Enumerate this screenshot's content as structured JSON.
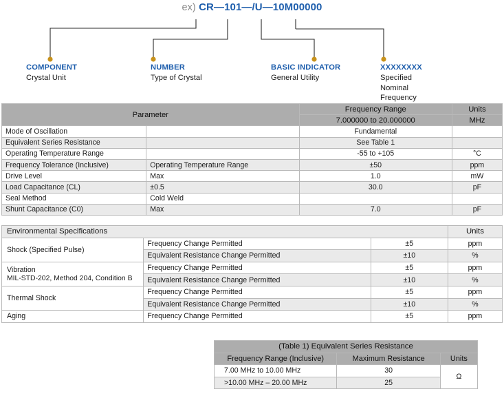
{
  "part_number": {
    "prefix": "ex)",
    "code": "CR—101—/U—10M00000",
    "callouts": [
      {
        "key": "COMPONENT",
        "desc": "Crystal Unit"
      },
      {
        "key": "NUMBER",
        "desc": "Type of Crystal"
      },
      {
        "key": "BASIC INDICATOR",
        "desc": "General Utility"
      },
      {
        "key": "XXXXXXXX",
        "desc": "Specified Nominal Frequency"
      }
    ]
  },
  "parameter_table": {
    "header": {
      "parameter": "Parameter",
      "frequency_range": "Frequency Range",
      "frequency_value": "7.000000 to 20.000000",
      "units": "Units",
      "units_value": "MHz"
    },
    "rows": [
      {
        "name": "Mode of Oscillation",
        "condition": "",
        "value": "Fundamental",
        "units": ""
      },
      {
        "name": "Equivalent Series Resistance",
        "condition": "",
        "value": "See Table 1",
        "units": ""
      },
      {
        "name": "Operating Temperature Range",
        "condition": "",
        "value": "-55 to +105",
        "units": "°C"
      },
      {
        "name": "Frequency Tolerance (Inclusive)",
        "condition": "Operating Temperature Range",
        "value": "±50",
        "units": "ppm"
      },
      {
        "name": "Drive Level",
        "condition": "Max",
        "value": "1.0",
        "units": "mW"
      },
      {
        "name": "Load Capacitance (CL)",
        "condition": "±0.5",
        "value": "30.0",
        "units": "pF"
      },
      {
        "name": "Seal Method",
        "condition": "Cold Weld",
        "value": "",
        "units": ""
      },
      {
        "name": "Shunt Capacitance (C0)",
        "condition": "Max",
        "value": "7.0",
        "units": "pF"
      }
    ]
  },
  "environmental_table": {
    "header": {
      "title": "Environmental Specifications",
      "units": "Units"
    },
    "rows": [
      {
        "name": "Shock (Specified Pulse)",
        "name_sub": "",
        "condition": "Frequency Change Permitted",
        "value": "±5",
        "units": "ppm"
      },
      {
        "name": "",
        "name_sub": "",
        "condition": "Equivalent Resistance Change Permitted",
        "value": "±10",
        "units": "%"
      },
      {
        "name": "Vibration",
        "name_sub": "MIL-STD-202, Method 204, Condition B",
        "condition": "Frequency Change Permitted",
        "value": "±5",
        "units": "ppm"
      },
      {
        "name": "",
        "name_sub": "",
        "condition": "Equivalent Resistance Change Permitted",
        "value": "±10",
        "units": "%"
      },
      {
        "name": "Thermal Shock",
        "name_sub": "",
        "condition": "Frequency Change Permitted",
        "value": "±5",
        "units": "ppm"
      },
      {
        "name": "",
        "name_sub": "",
        "condition": "Equivalent Resistance Change Permitted",
        "value": "±10",
        "units": "%"
      },
      {
        "name": "Aging",
        "name_sub": "",
        "condition": "Frequency Change Permitted",
        "value": "±5",
        "units": "ppm"
      }
    ]
  },
  "esr_table": {
    "title": "(Table 1) Equivalent Series Resistance",
    "columns": {
      "range": "Frequency Range (Inclusive)",
      "resistance": "Maximum Resistance",
      "units": "Units"
    },
    "unit_symbol": "Ω",
    "rows": [
      {
        "range": "7.00 MHz to 10.00 MHz",
        "resistance": "30"
      },
      {
        "range": ">10.00 MHz – 20.00 MHz",
        "resistance": "25"
      }
    ]
  },
  "colors": {
    "accent_blue": "#1f5fad",
    "dot_gold": "#c8921b",
    "header_gray": "#adadad",
    "zebra_gray": "#eaeaea"
  }
}
